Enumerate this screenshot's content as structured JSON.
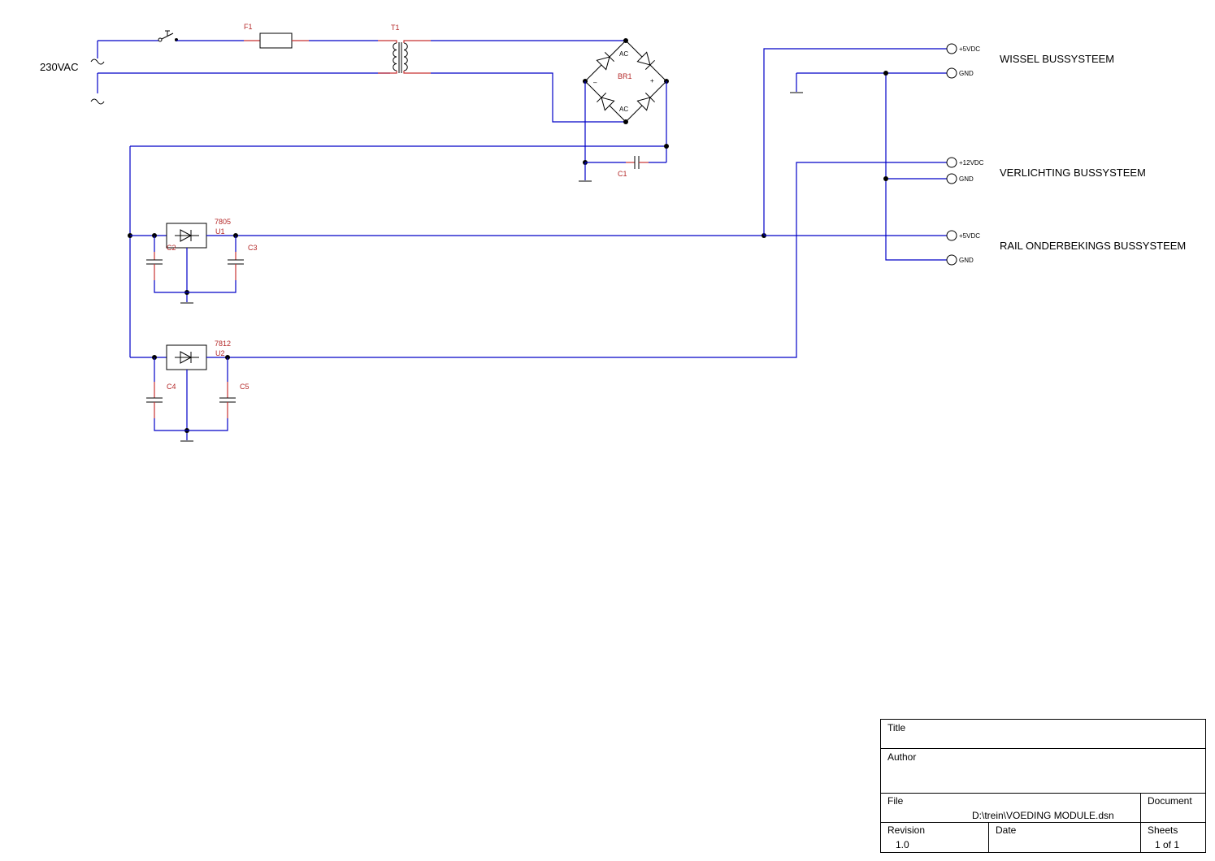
{
  "schematic": {
    "mains_label": "230VAC",
    "components": {
      "fuse": "F1",
      "transformer": "T1",
      "bridge": "BR1",
      "bridge_ac_top": "AC",
      "bridge_ac_bottom": "AC",
      "bridge_minus": "–",
      "bridge_plus": "+",
      "cap1": "C1",
      "cap2": "C2",
      "cap3": "C3",
      "cap4": "C4",
      "cap5": "C5",
      "reg1_value": "7805",
      "reg1_ref": "U1",
      "reg2_value": "7812",
      "reg2_ref": "U2"
    },
    "terminals": [
      {
        "label": "+5VDC"
      },
      {
        "label": "GND"
      },
      {
        "label": "+12VDC"
      },
      {
        "label": "GND"
      },
      {
        "label": "+5VDC"
      },
      {
        "label": "GND"
      }
    ],
    "bus_labels": {
      "wissel": "WISSEL BUSSYSTEEM",
      "verlichting": "VERLICHTING BUSSYSTEEM",
      "rail": "RAIL ONDERBEKINGS BUSSYSTEEM"
    }
  },
  "title_block": {
    "title_label": "Title",
    "author_label": "Author",
    "file_label": "File",
    "file_value": "D:\\trein\\VOEDING MODULE.dsn",
    "document_label": "Document",
    "revision_label": "Revision",
    "revision_value": "1.0",
    "date_label": "Date",
    "sheets_label": "Sheets",
    "sheets_value": "1 of 1"
  }
}
